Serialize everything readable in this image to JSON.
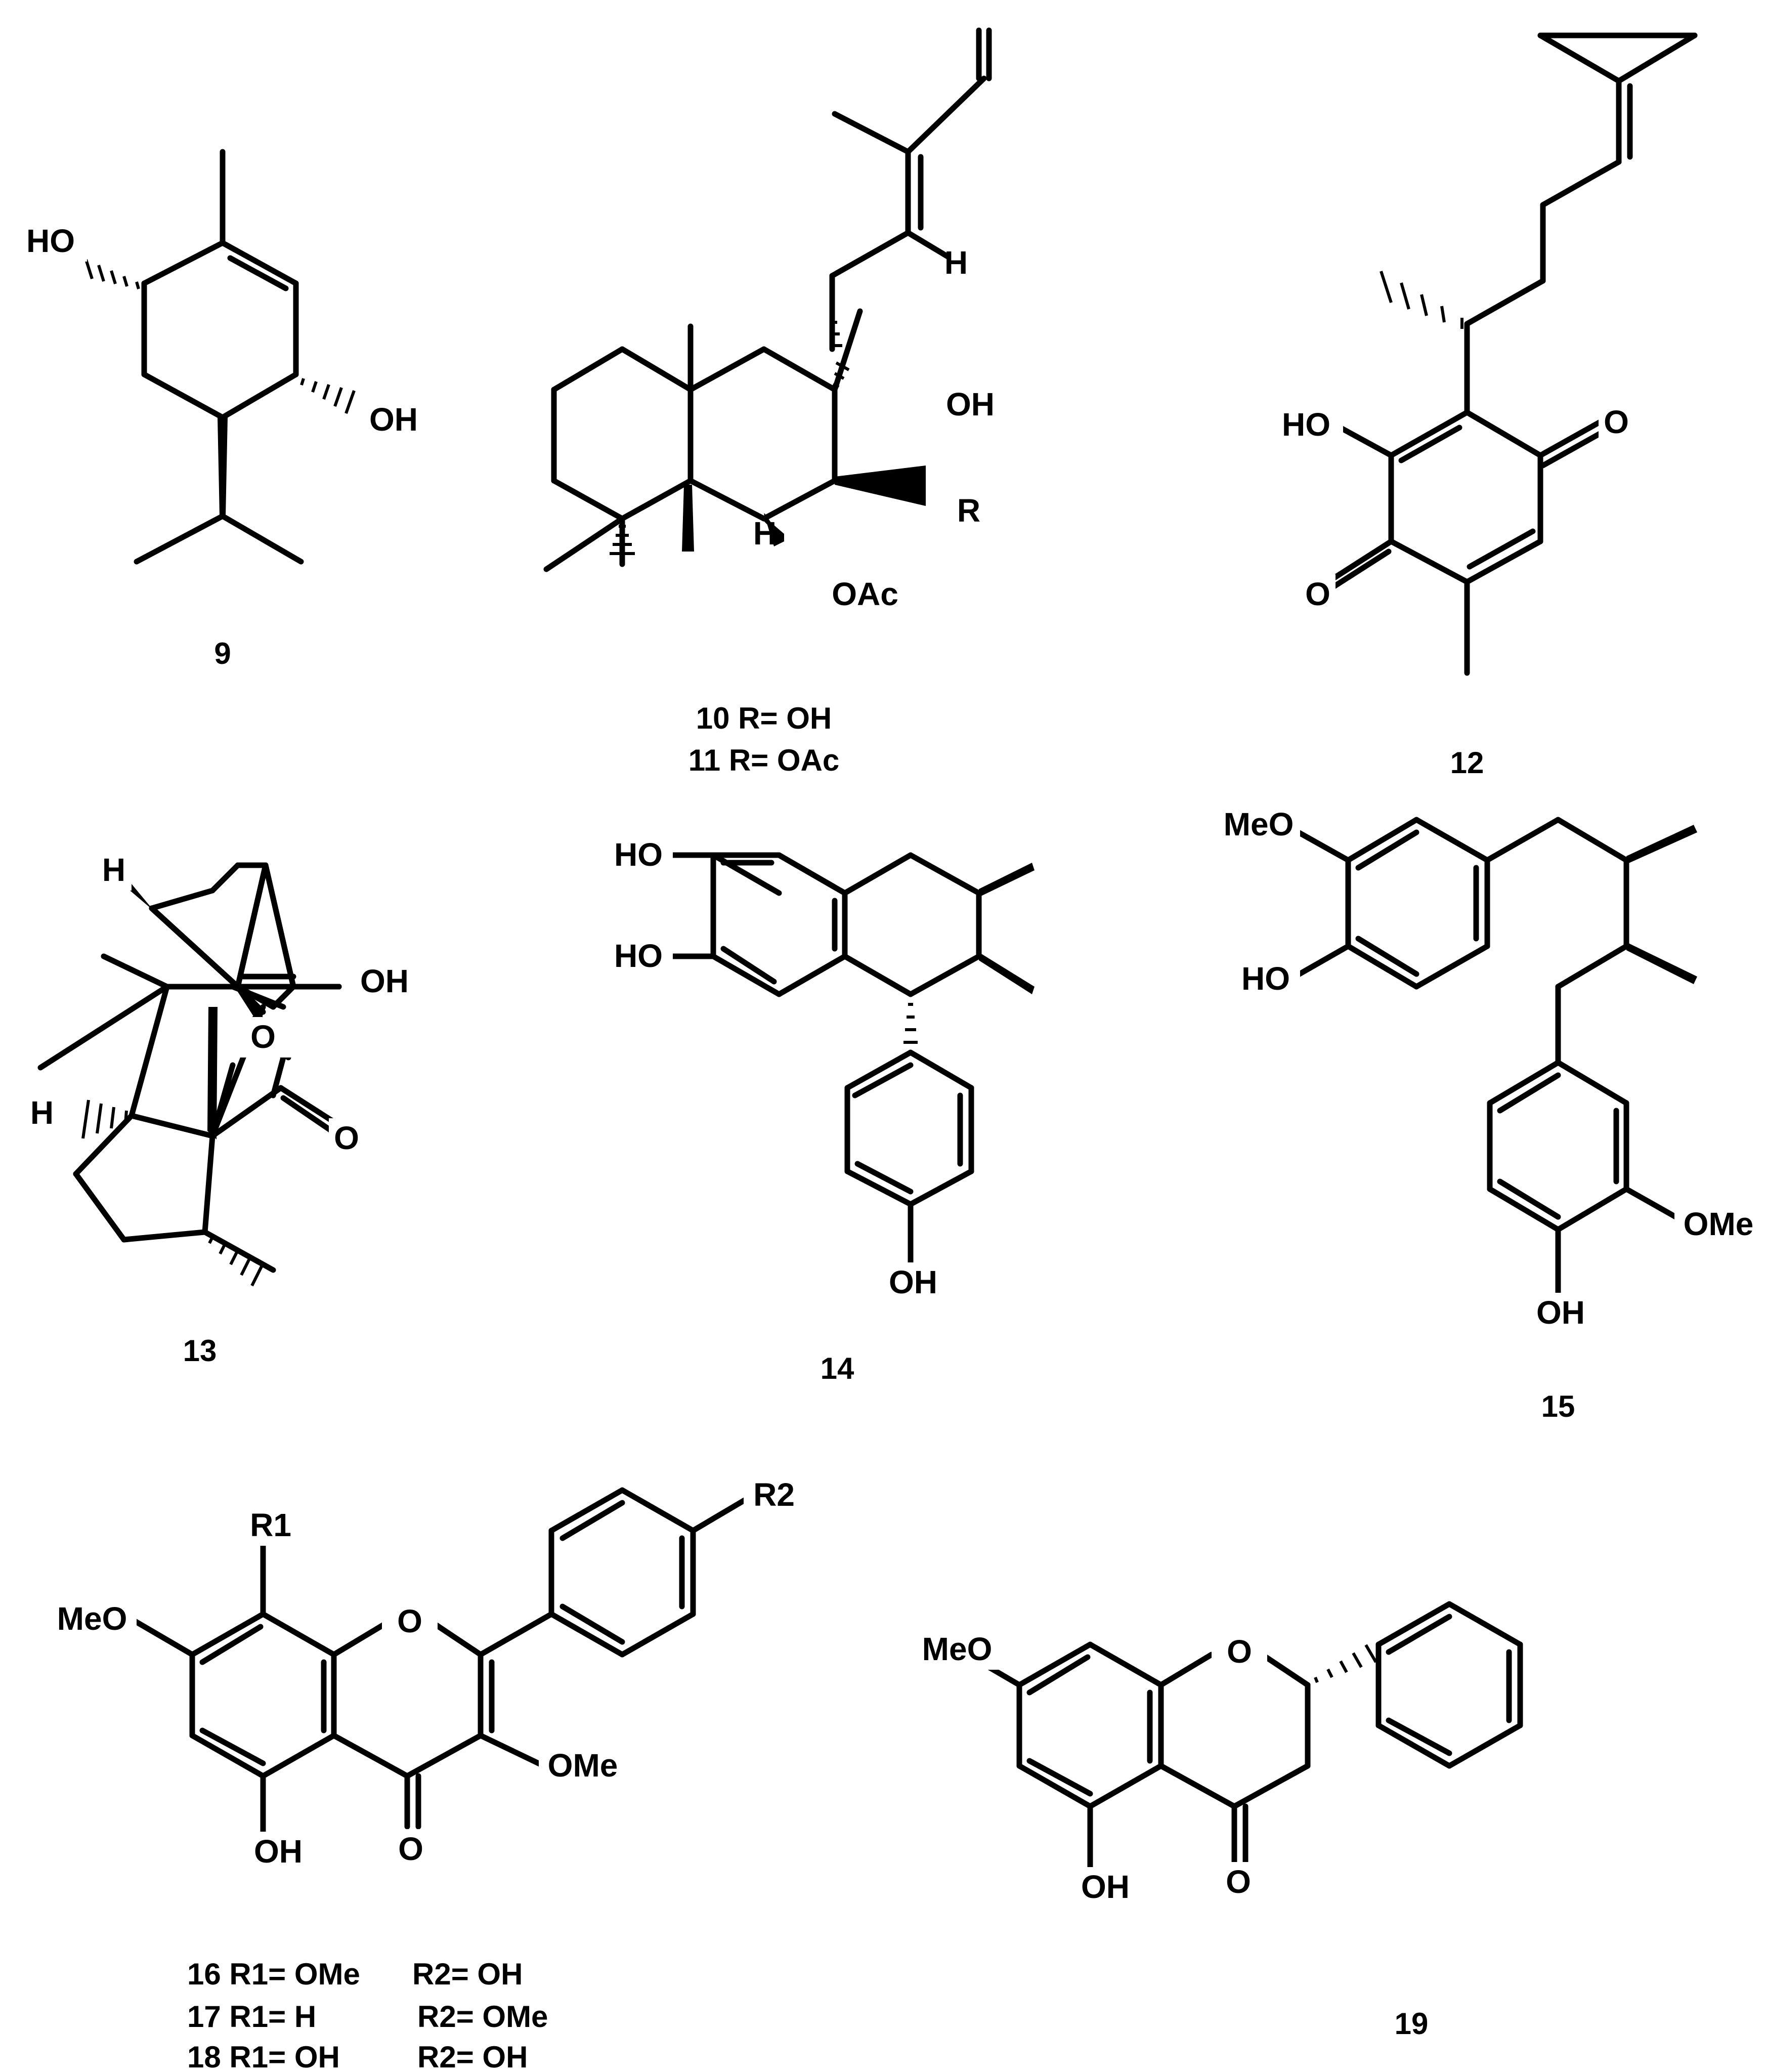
{
  "atoms": {
    "c9": [
      "HO",
      "OH"
    ],
    "c10": [
      "H",
      "OH",
      "R",
      "H",
      "OAc"
    ],
    "c12": [
      "HO",
      "O",
      "O"
    ],
    "c13": [
      "H",
      "OH",
      "H",
      "O",
      "O"
    ],
    "c14": [
      "HO",
      "HO",
      "OH"
    ],
    "c15": [
      "MeO",
      "HO",
      "OMe",
      "OH"
    ],
    "c16": [
      "R1",
      "R2",
      "MeO",
      "O",
      "OMe",
      "OH",
      "O"
    ],
    "c19": [
      "MeO",
      "O",
      "OH",
      "O"
    ]
  },
  "captions": {
    "c9": "9",
    "c10": [
      "10 R= OH",
      "11 R= OAc"
    ],
    "c12": "12",
    "c13": "13",
    "c14": "14",
    "c15": "15",
    "c16": [
      [
        "16 R1= OMe",
        "R2= OH"
      ],
      [
        "17 R1= H",
        "R2= OMe"
      ],
      [
        "18 R1= OH",
        "R2= OH"
      ]
    ],
    "c19": "19"
  }
}
